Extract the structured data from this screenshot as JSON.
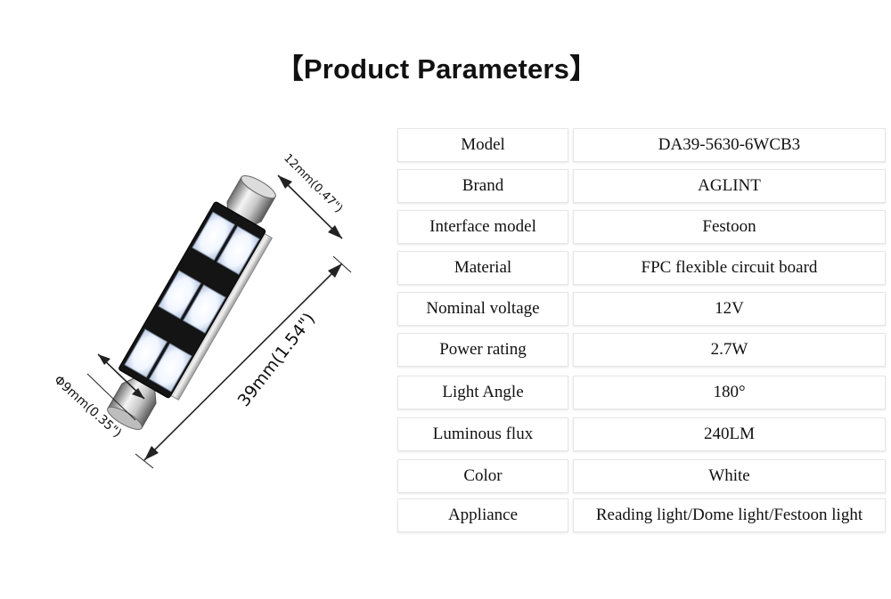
{
  "title": "【Product Parameters】",
  "dimensions": {
    "length": "39mm(1.54\")",
    "width": "12mm(0.47\")",
    "diameter": "Φ9mm(0.35\")"
  },
  "parameters": [
    {
      "label": "Model",
      "value": "DA39-5630-6WCB3"
    },
    {
      "label": "Brand",
      "value": "AGLINT"
    },
    {
      "label": "Interface model",
      "value": "Festoon"
    },
    {
      "label": "Material",
      "value": "FPC flexible circuit board"
    },
    {
      "label": "Nominal voltage",
      "value": "12V"
    },
    {
      "label": "Power rating",
      "value": "2.7W"
    },
    {
      "label": "Light Angle",
      "value": "180°"
    },
    {
      "label": "Luminous flux",
      "value": "240LM"
    },
    {
      "label": "Color",
      "value": "White"
    },
    {
      "label": "Appliance",
      "value": "Reading light/Dome light/Festoon light"
    }
  ]
}
